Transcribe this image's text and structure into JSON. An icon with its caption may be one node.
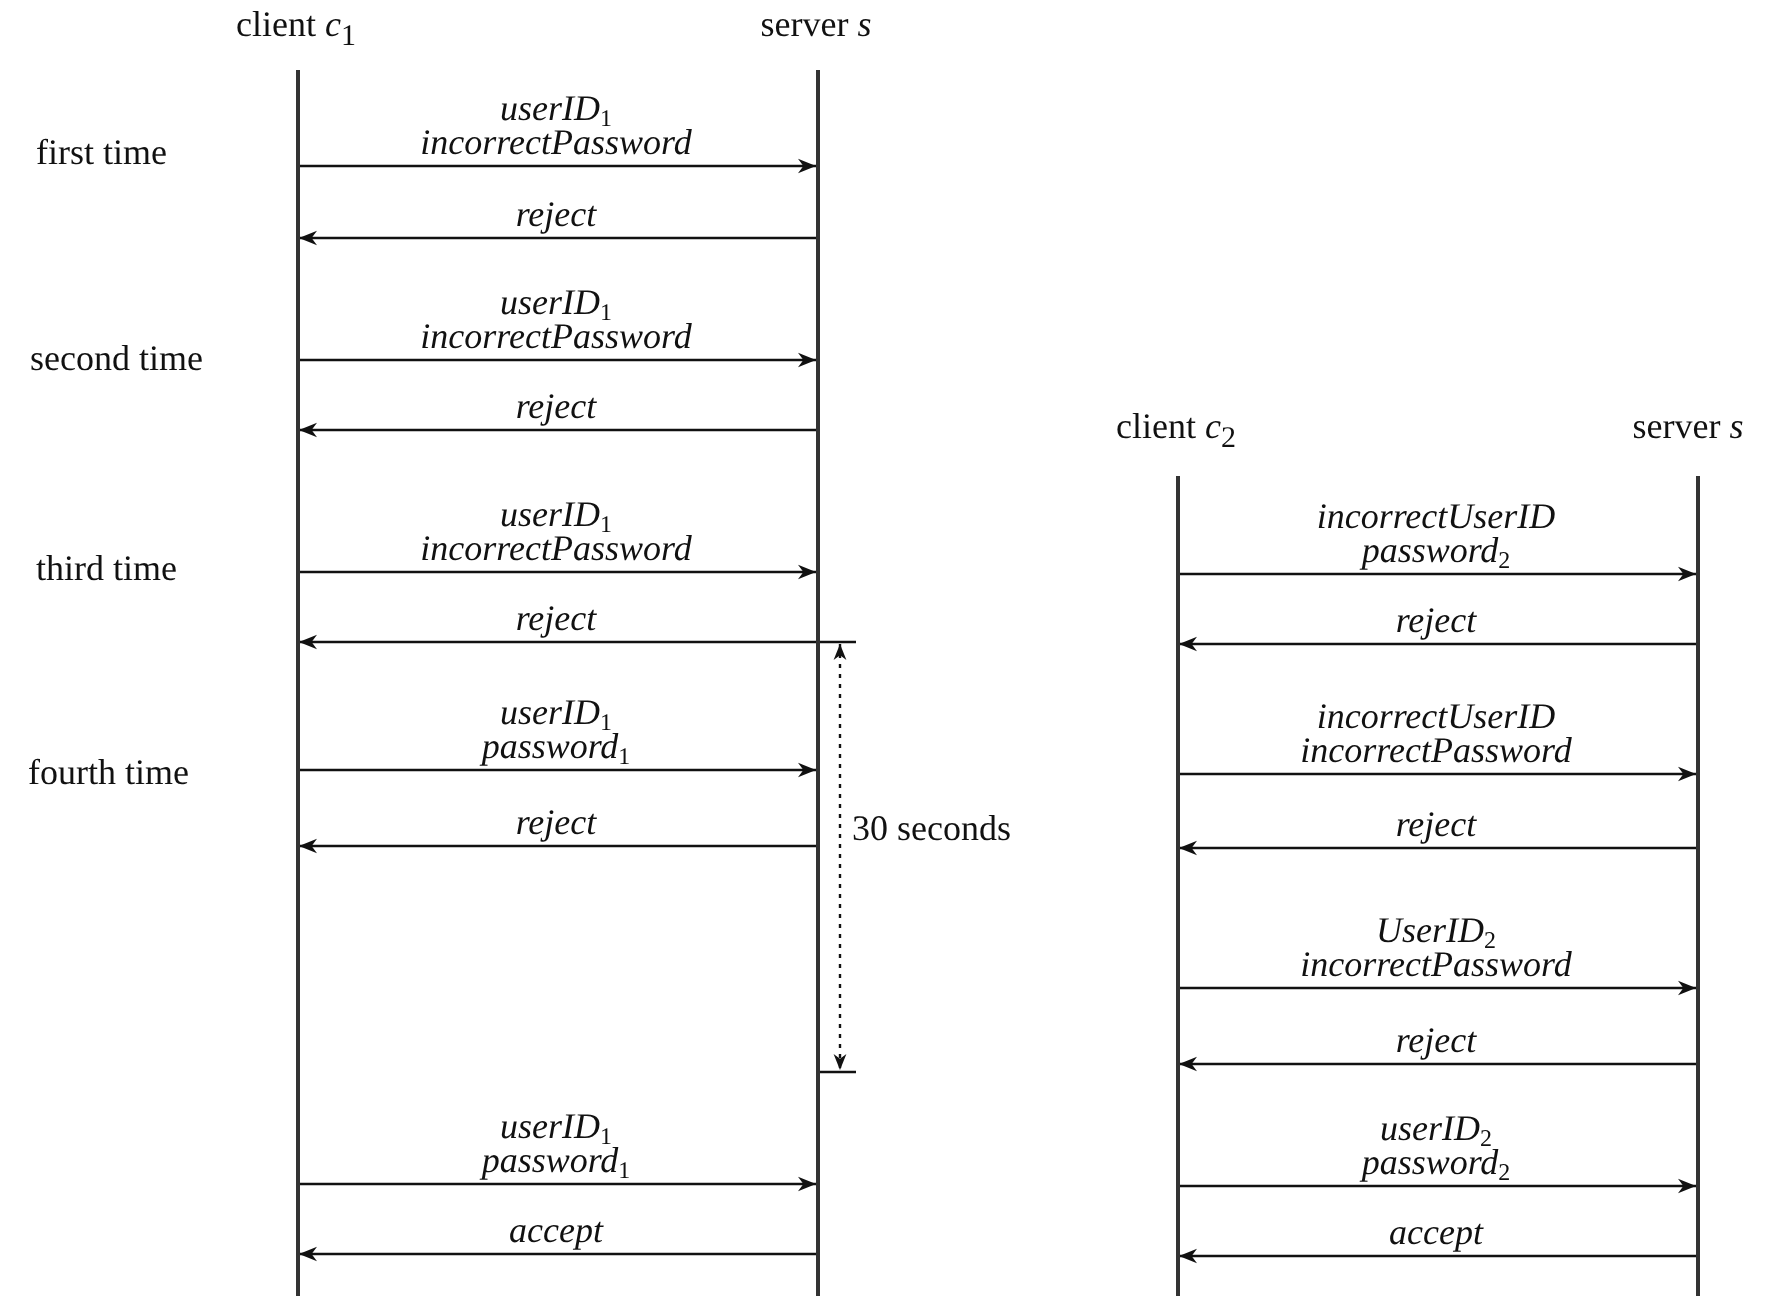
{
  "diagram": {
    "nodes": [
      {
        "text": [],
        "shape": "bar",
        "beside": [
          "client *c*$_{1}$"
        ]
      },
      {
        "text": [],
        "shape": "bar",
        "beside": [
          "server *s*"
        ]
      },
      {
        "text": [],
        "shape": "bar",
        "beside": [
          "client *c*$_{2}$"
        ]
      },
      {
        "text": [],
        "shape": "bar",
        "beside": [
          "server *s*"
        ]
      }
    ],
    "edges": [
      {
        "from": 0,
        "to": 1,
        "arrow": "to",
        "label": "userID$_{1}$ incorrectPassword"
      },
      {
        "from": 1,
        "to": 0,
        "arrow": "to",
        "label": "reject"
      },
      {
        "from": 0,
        "to": 1,
        "arrow": "to",
        "label": "userID$_{1}$ incorrectPassword"
      },
      {
        "from": 1,
        "to": 0,
        "arrow": "to",
        "label": "reject"
      },
      {
        "from": 0,
        "to": 1,
        "arrow": "to",
        "label": "userID$_{1}$ incorrectPassword"
      },
      {
        "from": 1,
        "to": 0,
        "arrow": "to",
        "label": "reject"
      },
      {
        "from": 0,
        "to": 1,
        "arrow": "to",
        "label": "userID$_{1}$ password$_{1}$"
      },
      {
        "from": 1,
        "to": 0,
        "arrow": "to",
        "label": "reject"
      },
      {
        "from": 0,
        "to": 1,
        "arrow": "to",
        "label": "userID$_{1}$ password$_{1}$"
      },
      {
        "from": 1,
        "to": 0,
        "arrow": "to",
        "label": "accept"
      },
      {
        "from": 2,
        "to": 3,
        "arrow": "to",
        "label": "incorrectUserID password$_{2}$"
      },
      {
        "from": 3,
        "to": 2,
        "arrow": "to",
        "label": "reject"
      },
      {
        "from": 2,
        "to": 3,
        "arrow": "to",
        "label": "incorrectUserID incorrectPassword"
      },
      {
        "from": 3,
        "to": 2,
        "arrow": "to",
        "label": "reject"
      },
      {
        "from": 2,
        "to": 3,
        "arrow": "to",
        "label": "UserID$_{2}$ incorrectPassword"
      },
      {
        "from": 3,
        "to": 2,
        "arrow": "to",
        "label": "reject"
      },
      {
        "from": 2,
        "to": 3,
        "arrow": "to",
        "label": "userID$_{2}$ password$_{2}$"
      },
      {
        "from": 3,
        "to": 2,
        "arrow": "to",
        "label": "accept"
      }
    ],
    "labels": [
      "first time",
      "second time",
      "third time",
      "fourth time",
      "30 seconds"
    ]
  }
}
